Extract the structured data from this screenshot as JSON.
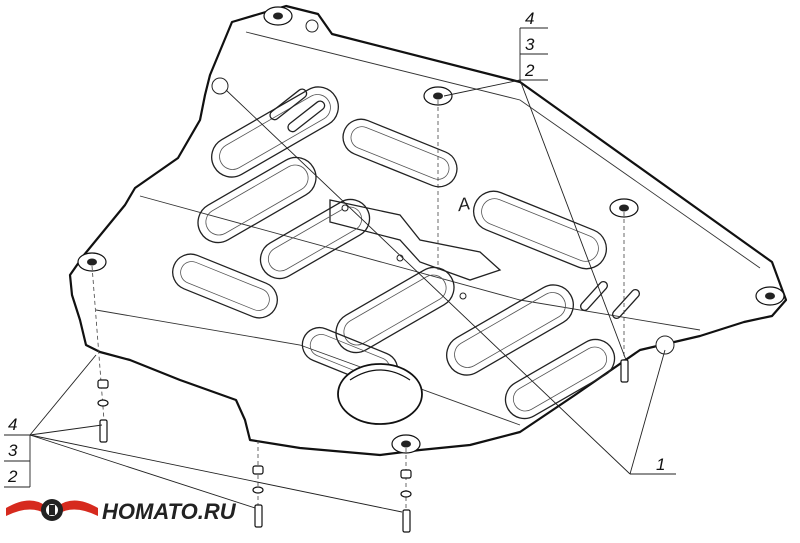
{
  "callouts": {
    "top_right": {
      "n4": "4",
      "n3": "3",
      "n2": "2"
    },
    "bottom_left": {
      "n4": "4",
      "n3": "3",
      "n2": "2"
    },
    "part_1": "1"
  },
  "plate_mark": "A",
  "logo": {
    "text": "HOMATO.RU",
    "colors": {
      "wing": "#d62a1e",
      "emblem": "#222222"
    }
  }
}
